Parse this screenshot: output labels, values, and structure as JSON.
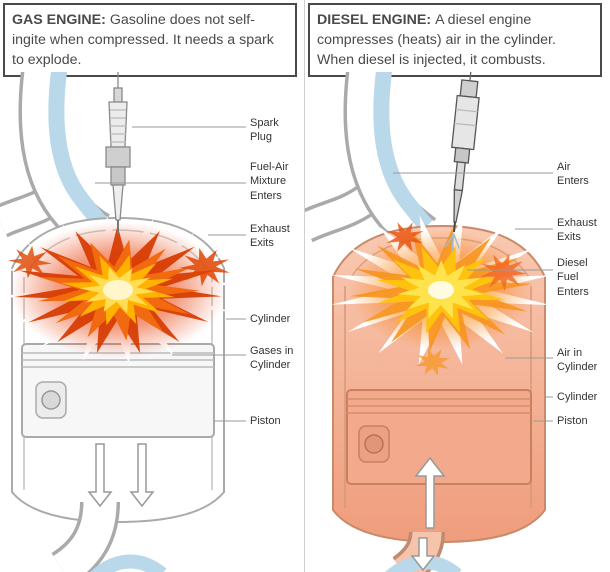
{
  "left_panel": {
    "header": {
      "title": "GAS ENGINE:",
      "description": "Gasoline does not self-ingite when compressed. It needs a spark to explode."
    },
    "labels": {
      "spark_plug": "Spark\nPlug",
      "fuel_air": "Fuel-Air\nMixture\nEnters",
      "exhaust": "Exhaust\nExits",
      "cylinder": "Cylinder",
      "gases": "Gases in\nCylinder",
      "piston": "Piston"
    }
  },
  "right_panel": {
    "header": {
      "title": "DIESEL ENGINE:",
      "description": "A diesel engine compresses (heats) air in the cylinder. When diesel is injected, it combusts."
    },
    "labels": {
      "air_enters": "Air\nEnters",
      "exhaust": "Exhaust\nExits",
      "diesel_fuel": "Diesel\nFuel\nEnters",
      "air_in_cylinder": "Air in\nCylinder",
      "cylinder": "Cylinder",
      "piston": "Piston"
    }
  },
  "colors": {
    "text_dark": "#4a4a4a",
    "outline_gray": "#aaaaaa",
    "intake_blue": "#b9d8ea",
    "explosion_red": "#d63a00",
    "explosion_orange": "#f26a10",
    "explosion_amber": "#ffb300",
    "explosion_yellow": "#ffdd55",
    "heated_air_salmon": "#f2a98c"
  }
}
